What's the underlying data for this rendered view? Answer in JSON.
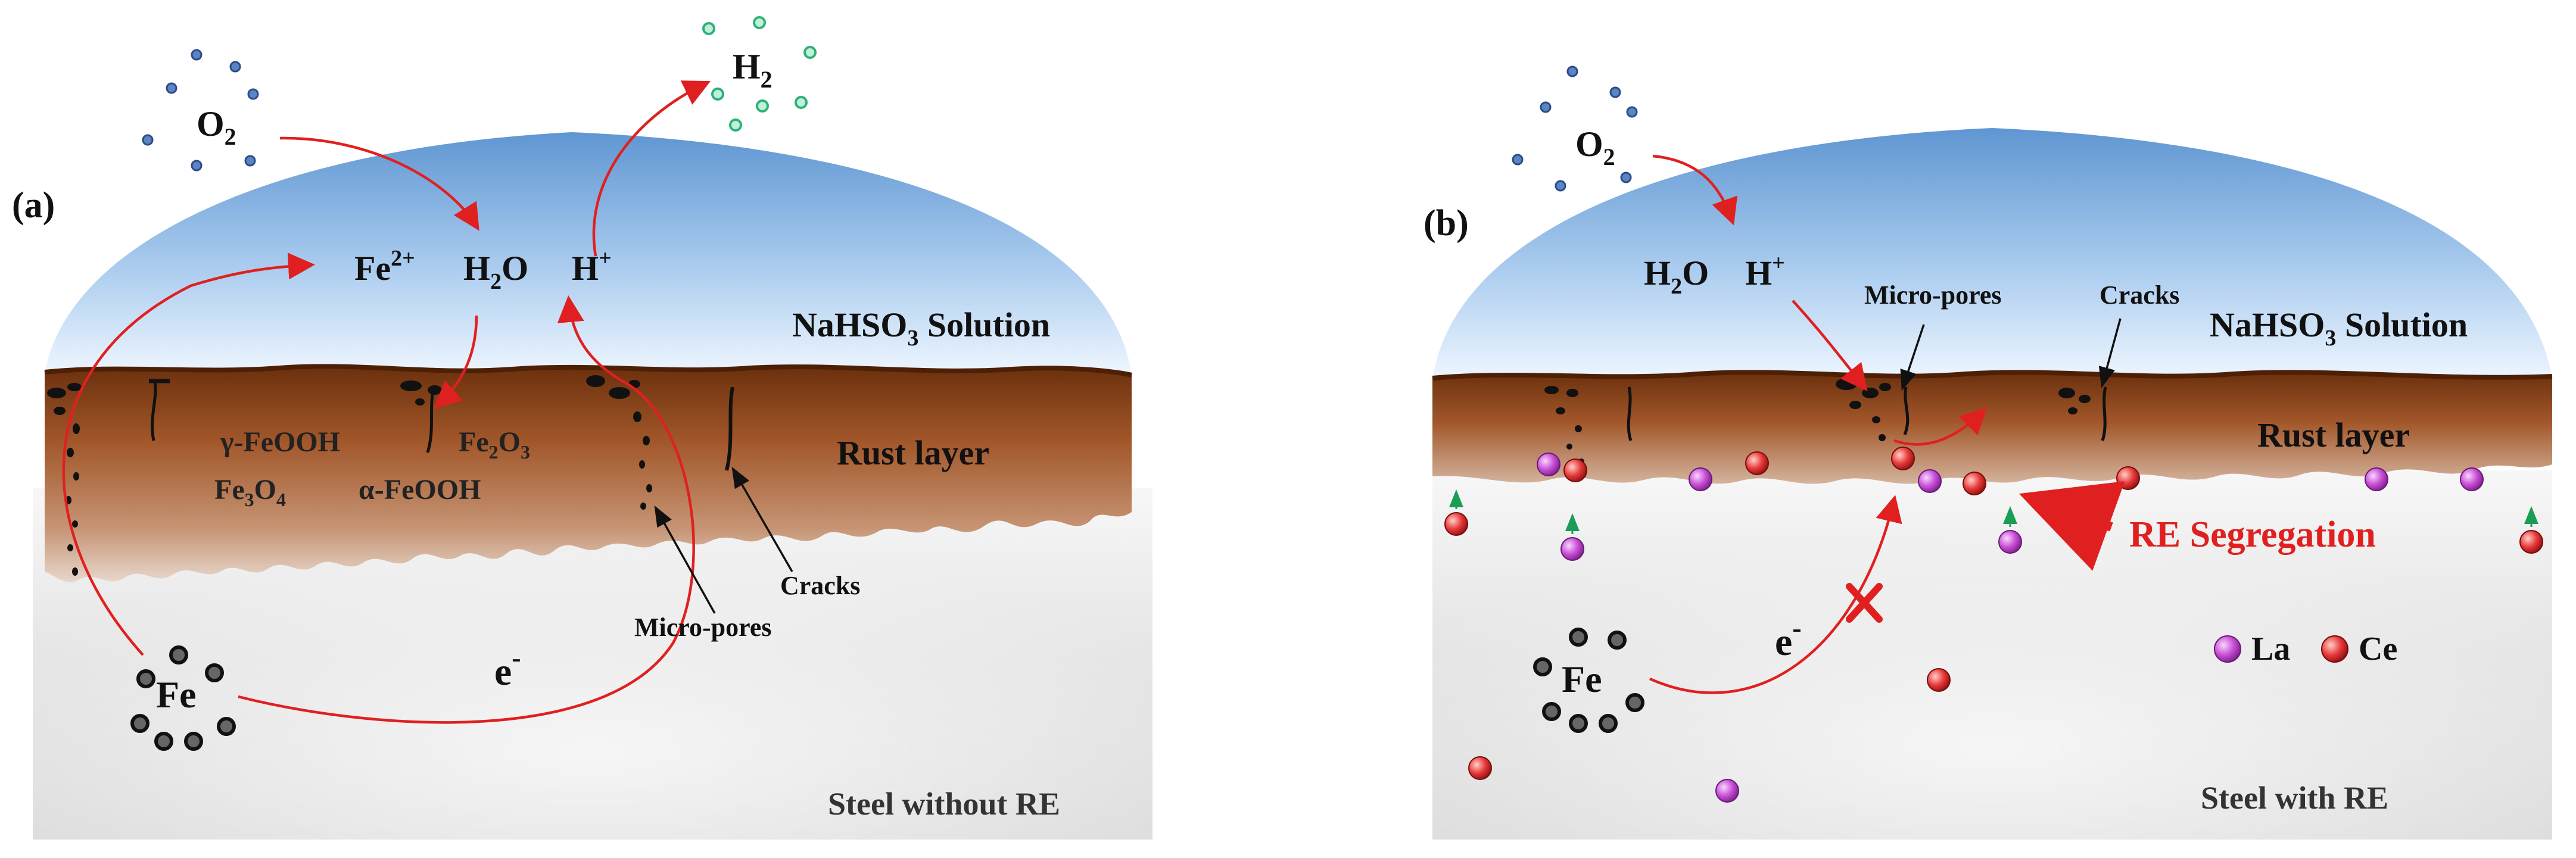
{
  "colors": {
    "solution_top": "#5f96d2",
    "solution_bottom": "#eef6ff",
    "rust_dark": "#6b300d",
    "rust_mid": "#a2572a",
    "steel": "#e9e9e9",
    "arrow": "#e02020",
    "o2_dot": "#5b84c4",
    "h2_dot": "#2fb07a",
    "fe_dot": "#333333",
    "la": "#c94fd6",
    "ce": "#e83a3a",
    "up_arrow": "#1a9e55",
    "text": "#111111",
    "re_text": "#e02020"
  },
  "panels": [
    {
      "label": "(a)",
      "solution_label": "NaHSO",
      "solution_label_sub": "3",
      "solution_label_tail": " Solution",
      "rust_label": "Rust layer",
      "steel_label": "Steel without RE",
      "o2": {
        "main": "O",
        "sub": "2"
      },
      "h2": {
        "main": "H",
        "sub": "2"
      },
      "fe2": {
        "main": "Fe",
        "sup": "2+"
      },
      "h2o": {
        "main": "H",
        "sub": "2",
        "tail": "O"
      },
      "hplus": {
        "main": "H",
        "sup": "+"
      },
      "fe": "Fe",
      "electron": {
        "main": "e",
        "sup": "-"
      },
      "cracks": "Cracks",
      "micropores": "Micro-pores",
      "products": {
        "gamma": "γ-FeOOH",
        "fe2o3": {
          "a": "Fe",
          "b": "2",
          "c": "O",
          "d": "3"
        },
        "fe3o4": {
          "a": "Fe",
          "b": "3",
          "c": "O",
          "d": "4"
        },
        "alpha": "α-FeOOH"
      }
    },
    {
      "label": "(b)",
      "solution_label": "NaHSO",
      "solution_label_sub": "3",
      "solution_label_tail": " Solution",
      "rust_label": "Rust layer",
      "steel_label": "Steel with RE",
      "o2": {
        "main": "O",
        "sub": "2"
      },
      "h2o": {
        "main": "H",
        "sub": "2",
        "tail": "O"
      },
      "hplus": {
        "main": "H",
        "sup": "+"
      },
      "fe": "Fe",
      "electron": {
        "main": "e",
        "sup": "-"
      },
      "cracks": "Cracks",
      "micropores": "Micro-pores",
      "re_segregation": "RE Segregation",
      "legend": {
        "la": "La",
        "ce": "Ce"
      }
    }
  ]
}
